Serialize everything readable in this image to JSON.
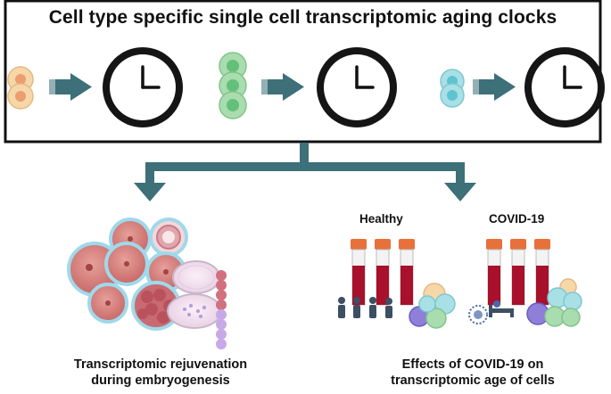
{
  "title": "Cell type specific single cell transcriptomic aging clocks",
  "clocks": [
    {
      "cell_type": "orange",
      "cell_color": "#f6d7a8",
      "nucleus_color": "#ec9d72"
    },
    {
      "cell_type": "green",
      "cell_color": "#a9dcae",
      "nucleus_color": "#63c07a"
    },
    {
      "cell_type": "blue",
      "cell_color": "#a9e0e6",
      "nucleus_color": "#5ec3d0"
    }
  ],
  "colors": {
    "arrow": "#3d7079",
    "box_border": "#111111",
    "tube_cap": "#e8703a",
    "blood": "#a8102b",
    "cell_red": "#c0485a",
    "purple": "#c8a9e8",
    "virus": "#4a68a8"
  },
  "branches": {
    "left": {
      "caption_line1": "Transcriptomic rejuvenation",
      "caption_line2": "during embryogenesis"
    },
    "right": {
      "caption_line1": "Effects of COVID-19 on",
      "caption_line2": "transcriptomic age of cells",
      "group_healthy": "Healthy",
      "group_covid": "COVID-19"
    }
  }
}
